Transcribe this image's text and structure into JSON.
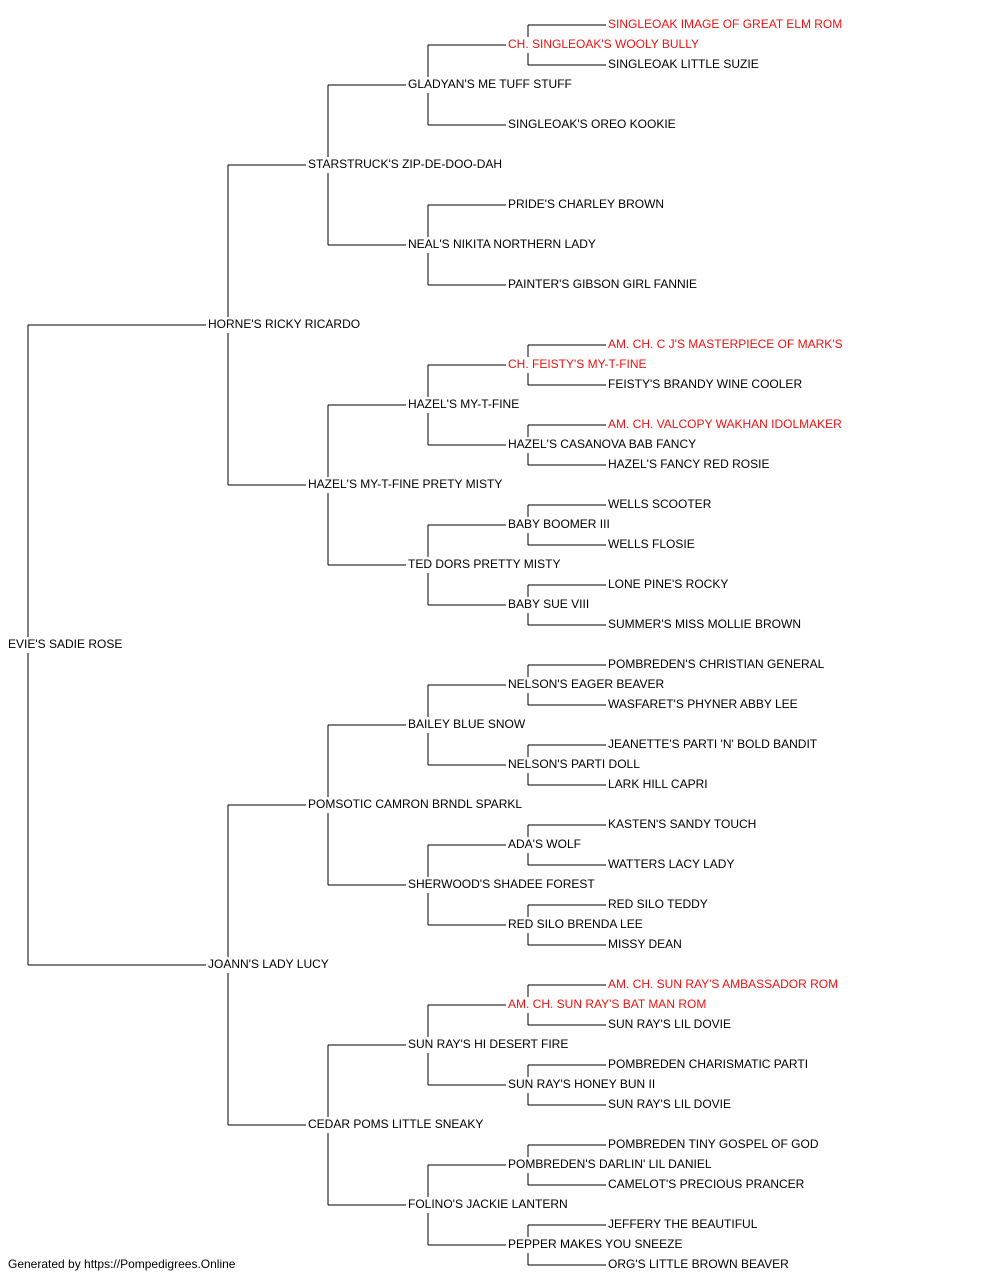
{
  "pedigree": {
    "name": "EVIE'S SADIE ROSE",
    "sire": {
      "name": "HORNE'S RICKY RICARDO",
      "sire": {
        "name": "STARSTRUCK'S ZIP-DE-DOO-DAH",
        "sire": {
          "name": "GLADYAN'S ME TUFF STUFF",
          "sire": {
            "name": "CH. SINGLEOAK'S WOOLY BULLY",
            "champion": true,
            "sire": {
              "name": "SINGLEOAK IMAGE OF GREAT ELM ROM",
              "champion": true
            },
            "dam": {
              "name": "SINGLEOAK LITTLE SUZIE"
            }
          },
          "dam": {
            "name": "SINGLEOAK'S OREO KOOKIE"
          }
        },
        "dam": {
          "name": "NEAL'S NIKITA NORTHERN LADY",
          "sire": {
            "name": "PRIDE'S CHARLEY BROWN"
          },
          "dam": {
            "name": "PAINTER'S GIBSON GIRL FANNIE"
          }
        }
      },
      "dam": {
        "name": "HAZEL'S MY-T-FINE PRETY MISTY",
        "sire": {
          "name": "HAZEL'S MY-T-FINE",
          "sire": {
            "name": "CH. FEISTY'S MY-T-FINE",
            "champion": true,
            "sire": {
              "name": "AM. CH. C J'S MASTERPIECE OF MARK'S",
              "champion": true
            },
            "dam": {
              "name": "FEISTY'S BRANDY WINE COOLER"
            }
          },
          "dam": {
            "name": "HAZEL'S CASANOVA BAB FANCY",
            "sire": {
              "name": "AM. CH. VALCOPY WAKHAN IDOLMAKER",
              "champion": true
            },
            "dam": {
              "name": "HAZEL'S FANCY RED ROSIE"
            }
          }
        },
        "dam": {
          "name": "TED DORS PRETTY MISTY",
          "sire": {
            "name": "BABY BOOMER III",
            "sire": {
              "name": "WELLS SCOOTER"
            },
            "dam": {
              "name": "WELLS FLOSIE"
            }
          },
          "dam": {
            "name": "BABY SUE VIII",
            "sire": {
              "name": "LONE PINE'S ROCKY"
            },
            "dam": {
              "name": "SUMMER'S MISS MOLLIE BROWN"
            }
          }
        }
      }
    },
    "dam": {
      "name": "JOANN'S LADY LUCY",
      "sire": {
        "name": "POMSOTIC CAMRON BRNDL SPARKL",
        "sire": {
          "name": "BAILEY BLUE SNOW",
          "sire": {
            "name": "NELSON'S EAGER BEAVER",
            "sire": {
              "name": "POMBREDEN'S CHRISTIAN GENERAL"
            },
            "dam": {
              "name": "WASFARET'S PHYNER ABBY LEE"
            }
          },
          "dam": {
            "name": "NELSON'S PARTI DOLL",
            "sire": {
              "name": "JEANETTE'S PARTI 'N' BOLD BANDIT"
            },
            "dam": {
              "name": "LARK HILL CAPRI"
            }
          }
        },
        "dam": {
          "name": "SHERWOOD'S SHADEE FOREST",
          "sire": {
            "name": "ADA'S WOLF",
            "sire": {
              "name": "KASTEN'S SANDY TOUCH"
            },
            "dam": {
              "name": "WATTERS LACY LADY"
            }
          },
          "dam": {
            "name": "RED SILO BRENDA LEE",
            "sire": {
              "name": "RED SILO TEDDY"
            },
            "dam": {
              "name": "MISSY DEAN"
            }
          }
        }
      },
      "dam": {
        "name": "CEDAR POMS LITTLE SNEAKY",
        "sire": {
          "name": "SUN RAY'S HI DESERT FIRE",
          "sire": {
            "name": "AM. CH. SUN RAY'S BAT MAN ROM",
            "champion": true,
            "sire": {
              "name": "AM. CH. SUN RAY'S AMBASSADOR ROM",
              "champion": true
            },
            "dam": {
              "name": "SUN RAY'S LIL DOVIE"
            }
          },
          "dam": {
            "name": "SUN RAY'S HONEY BUN II",
            "sire": {
              "name": "POMBREDEN CHARISMATIC PARTI"
            },
            "dam": {
              "name": "SUN RAY'S LIL DOVIE"
            }
          }
        },
        "dam": {
          "name": "FOLINO'S JACKIE LANTERN",
          "sire": {
            "name": "POMBREDEN'S DARLIN' LIL DANIEL",
            "sire": {
              "name": "POMBREDEN TINY GOSPEL OF GOD"
            },
            "dam": {
              "name": "CAMELOT'S PRECIOUS PRANCER"
            }
          },
          "dam": {
            "name": "PEPPER MAKES YOU SNEEZE",
            "sire": {
              "name": "JEFFERY THE BEAUTIFUL"
            },
            "dam": {
              "name": "ORG'S LITTLE BROWN BEAVER"
            }
          }
        }
      }
    }
  },
  "colors": {
    "champion": "#ee1111",
    "normal": "#000000",
    "line": "#000000"
  },
  "footer": "Generated by https://Pompedigrees.Online"
}
